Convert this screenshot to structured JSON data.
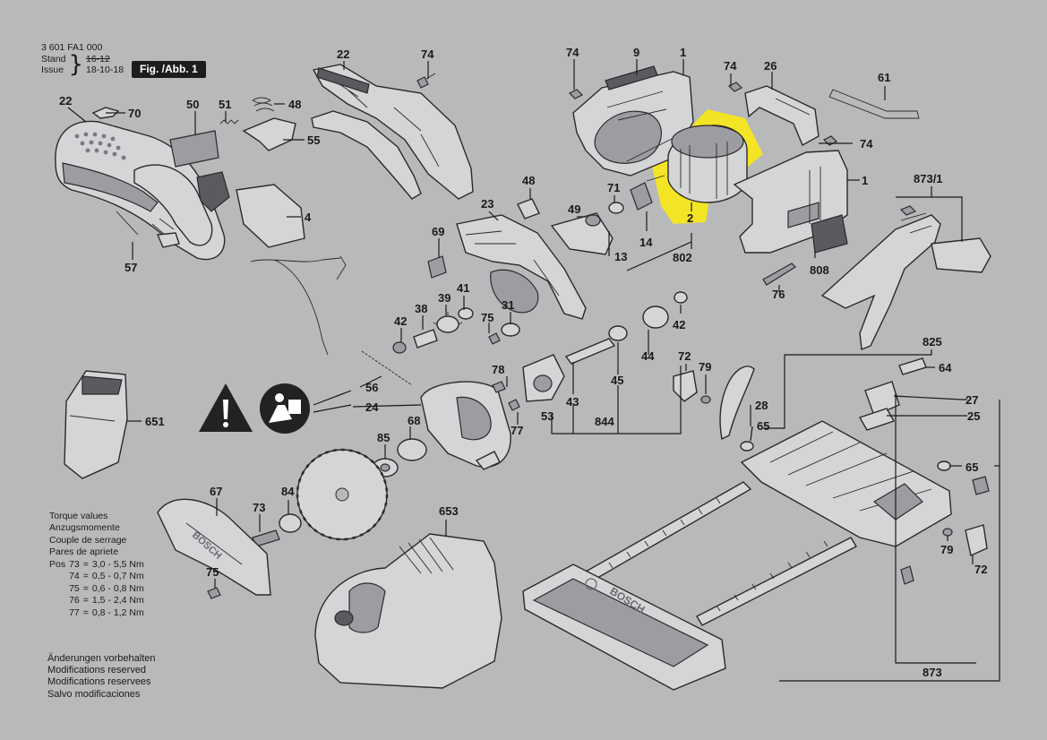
{
  "header": {
    "part_number": "3 601 FA1 000",
    "stand_label": "Stand",
    "issue_label": "Issue",
    "stand_date_old": "16-12",
    "issue_date": "18-10-18",
    "figure_label": "Fig. /Abb. 1"
  },
  "torque": {
    "lines": [
      "Torque values",
      "Anzugsmomente",
      "Couple de serrage",
      "Pares de apriete"
    ],
    "pos_label": "Pos",
    "rows": [
      {
        "pos": "73",
        "value": "3,0 - 5,5 Nm"
      },
      {
        "pos": "74",
        "value": "0,5 - 0,7 Nm"
      },
      {
        "pos": "75",
        "value": "0,6 - 0,8 Nm"
      },
      {
        "pos": "76",
        "value": "1,5 - 2,4 Nm"
      },
      {
        "pos": "77",
        "value": "0,8 - 1,2 Nm"
      }
    ]
  },
  "modifications": [
    "Änderungen vorbehalten",
    "Modifications reserved",
    "Modifications reservees",
    "Salvo modificaciones"
  ],
  "highlight_color": "#f5e61c",
  "callouts": {
    "c1": "22",
    "c2": "74",
    "c3": "74",
    "c4": "9",
    "c5": "1",
    "c6": "74",
    "c7": "26",
    "c8": "61",
    "c9": "22",
    "c10": "70",
    "c11": "50",
    "c12": "51",
    "c13": "48",
    "c14": "55",
    "c15": "74",
    "c16": "4",
    "c17": "57",
    "c18": "1",
    "c19": "2",
    "c20": "48",
    "c21": "71",
    "c22": "23",
    "c23": "49",
    "c24": "14",
    "c25": "13",
    "c26": "802",
    "c27": "873/1",
    "c28": "69",
    "c29": "41",
    "c30": "39",
    "c31": "38",
    "c32": "42",
    "c33": "31",
    "c34": "75",
    "c35": "808",
    "c36": "76",
    "c37": "42",
    "c38": "825",
    "c39": "56",
    "c40": "24",
    "c41": "651",
    "c42": "78",
    "c43": "43",
    "c44": "45",
    "c45": "44",
    "c46": "72",
    "c47": "79",
    "c48": "64",
    "c49": "27",
    "c50": "68",
    "c51": "53",
    "c52": "844",
    "c53": "28",
    "c54": "65",
    "c55": "25",
    "c56": "85",
    "c57": "77",
    "c58": "65",
    "c59": "67",
    "c60": "84",
    "c61": "73",
    "c62": "653",
    "c63": "79",
    "c64": "72",
    "c65": "75",
    "c66": "873"
  }
}
